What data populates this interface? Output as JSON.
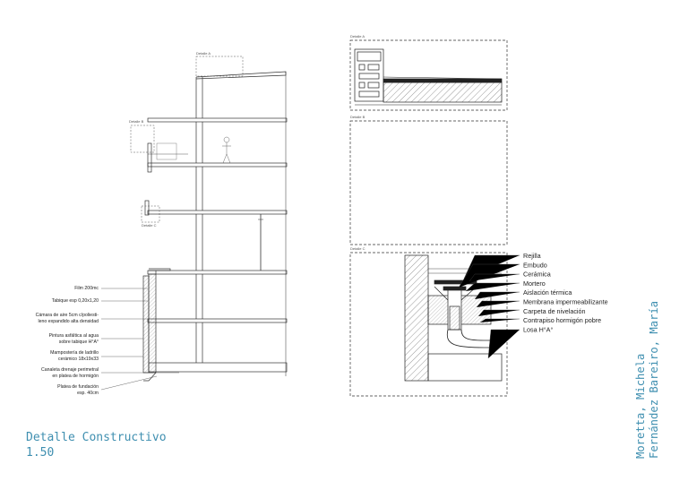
{
  "title": {
    "line1": "Detalle Constructivo",
    "scale": "1.50"
  },
  "authors": {
    "line1": "Moretta, Michela",
    "line2": "Fernández Bareiro, María"
  },
  "section_tags": {
    "a": "Detalle A",
    "b": "Detalle B",
    "c": "Detalle C"
  },
  "frame_labels": {
    "a": "Detalle A",
    "b": "Detalle B",
    "c": "Detalle C"
  },
  "left_annotations": [
    [
      "Film 200mc"
    ],
    [
      "Tabique esp 0,20x1,20"
    ],
    [
      "Cámara de aire 5cm c/poliesti-",
      "leno expandido alta densidad"
    ],
    [
      "Pintura asfáltica al agua",
      "sobre tabique H°A°"
    ],
    [
      "Mampostería de ladrillo",
      "cerámico 18x19x33"
    ],
    [
      "Canaleta drenaje perimetral",
      "en platea de hormigón"
    ],
    [
      "Platea de fundación",
      "esp. 40cm"
    ]
  ],
  "right_annotations": [
    "Rejilla",
    "Embudo",
    "Cerámica",
    "Mortero",
    "Aislación térmica",
    "Membrana impermeabilizante",
    "Carpeta de nivelación",
    "Contrapiso hormigón pobre",
    "Losa H°A°"
  ],
  "colors": {
    "accent": "#3f8fb0",
    "line": "#222222"
  }
}
